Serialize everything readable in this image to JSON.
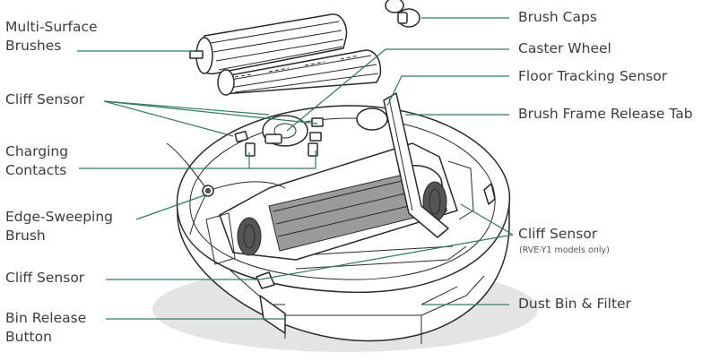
{
  "labels": {
    "multi_surface_brushes": [
      "Multi-Surface",
      "Brushes"
    ],
    "cliff_sensor_top": "Cliff Sensor",
    "charging_contacts": [
      "Charging",
      "Contacts"
    ],
    "edge_sweeping_brush": [
      "Edge-Sweeping",
      "Brush"
    ],
    "cliff_sensor_bottom": "Cliff Sensor",
    "bin_release_button": [
      "Bin Release",
      "Button"
    ],
    "brush_caps": "Brush Caps",
    "caster_wheel": "Caster Wheel",
    "floor_tracking_sensor": "Floor Tracking Sensor",
    "brush_frame_release_tab": "Brush Frame Release Tab",
    "cliff_sensor_right": "Cliff Sensor",
    "cliff_sensor_right_note": "(RVE-Y1 models only)",
    "dust_bin_filter": "Dust Bin & Filter"
  },
  "colors": {
    "leader": "#2e7d5b",
    "text": "#3c3c3c",
    "outline": "#2a2a2a"
  }
}
